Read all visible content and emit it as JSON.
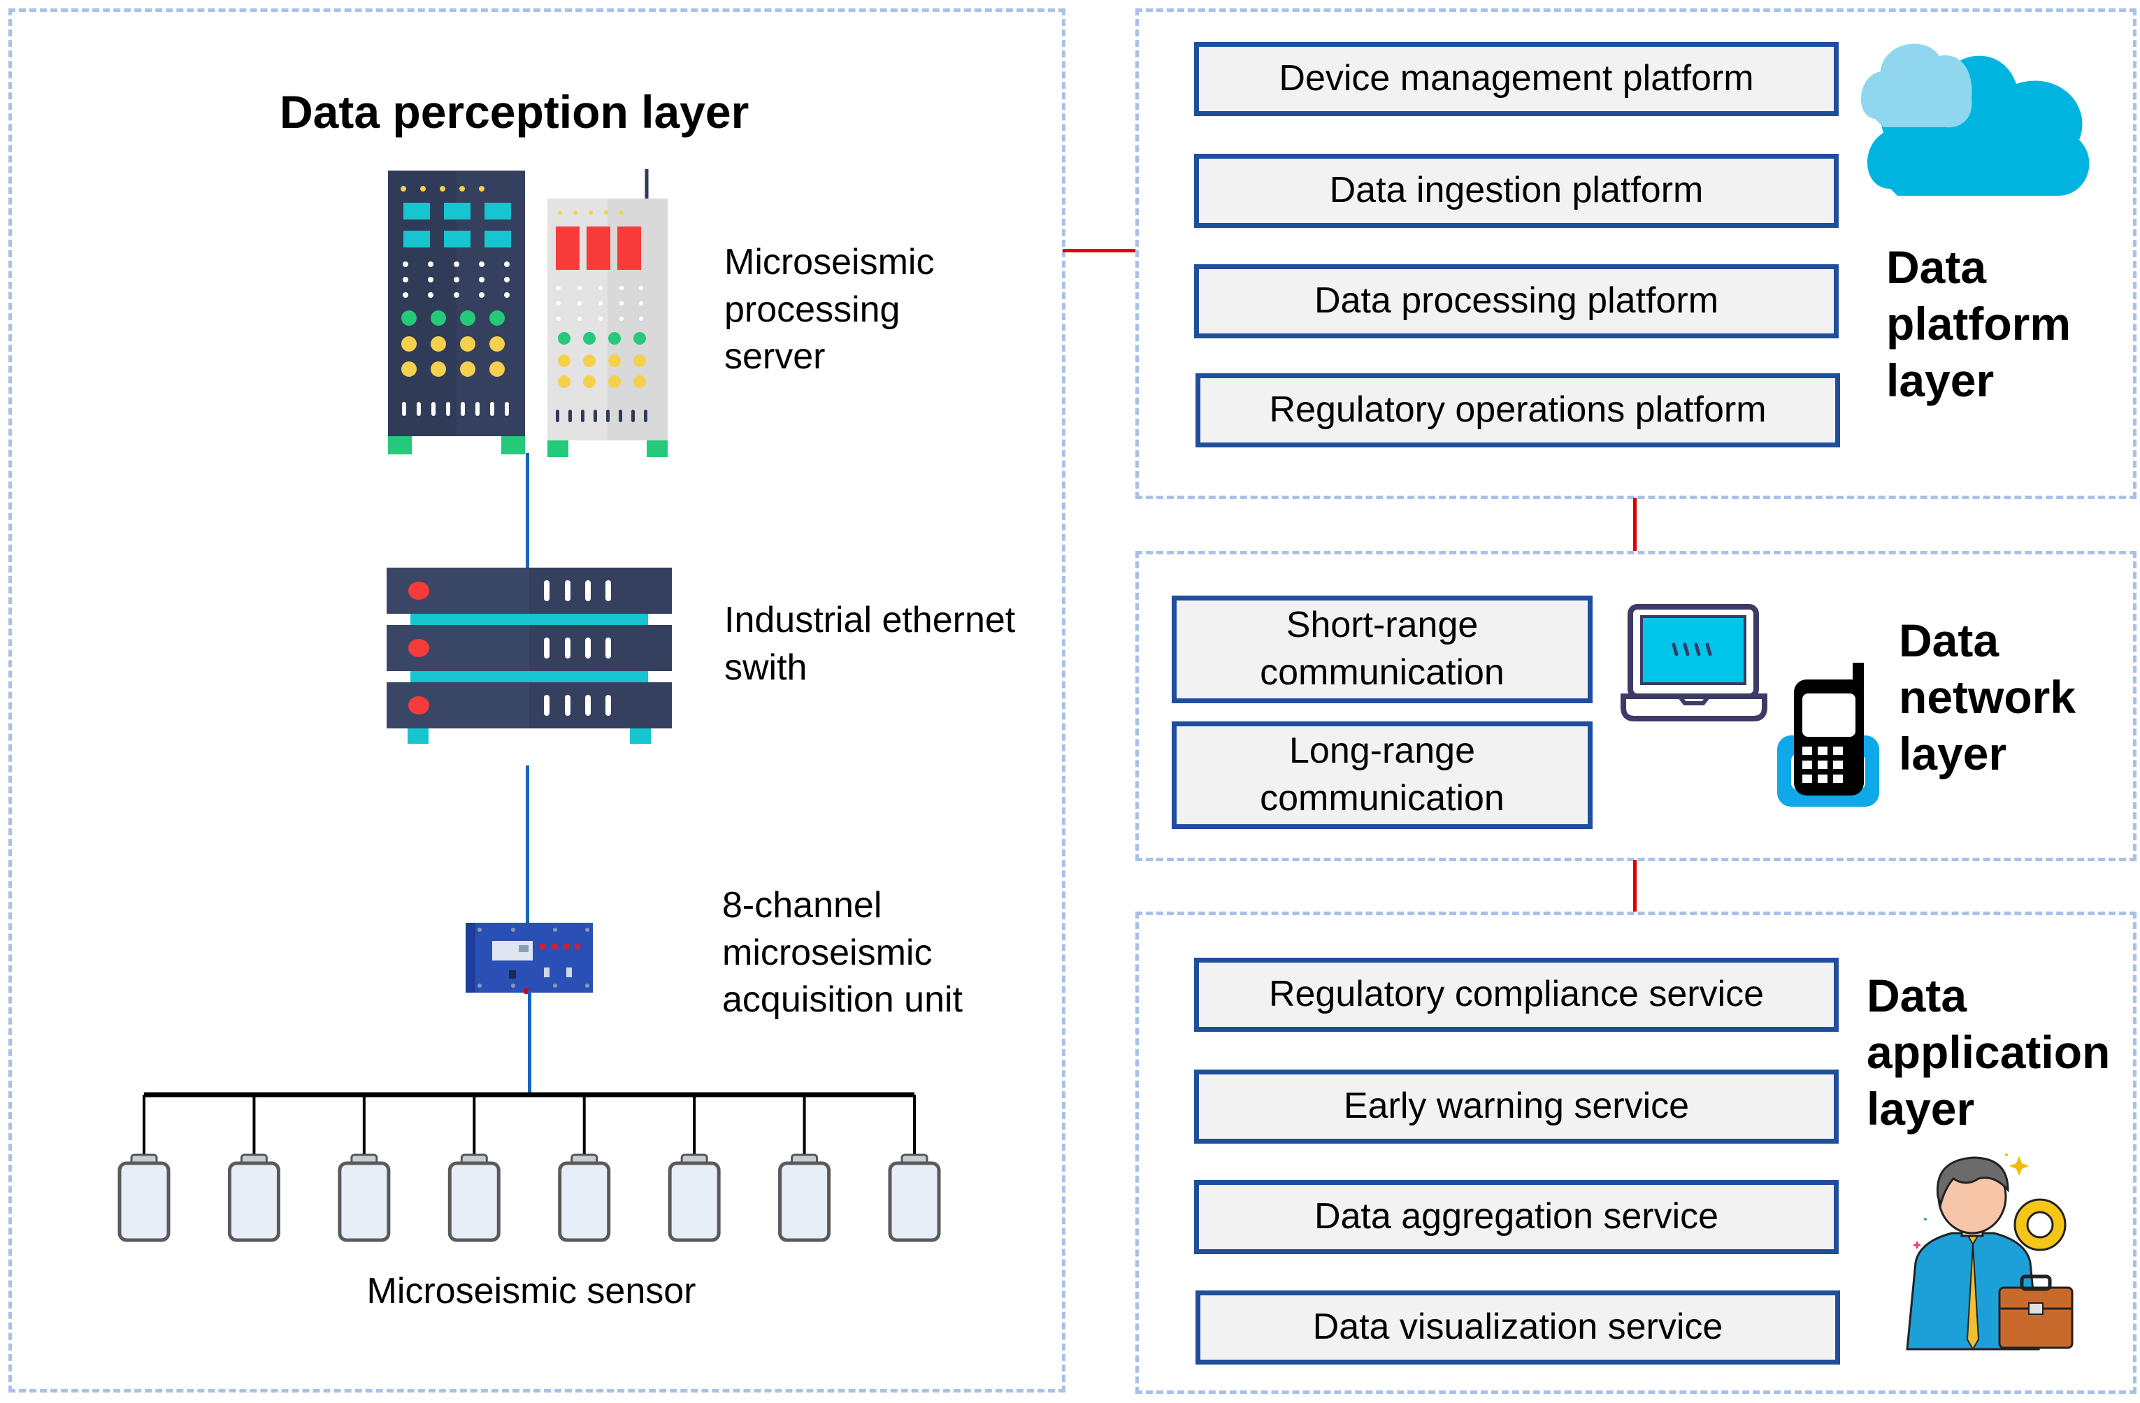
{
  "perception_layer": {
    "title": "Data perception layer",
    "devices": [
      {
        "label": "Microseismic processing server",
        "icon": "server-rack-icon"
      },
      {
        "label": "Industrial ethernet swith",
        "icon": "network-switch-icon"
      },
      {
        "label": "8-channel microseismic acquisition unit",
        "icon": "acquisition-unit-icon"
      }
    ],
    "sensor_label": "Microseismic sensor",
    "sensor_count": 8
  },
  "platform_layer": {
    "title": "Data platform layer",
    "icon": "cloud-icon",
    "items": [
      "Device management platform",
      "Data ingestion platform",
      "Data processing platform",
      "Regulatory operations platform"
    ]
  },
  "network_layer": {
    "title": "Data network layer",
    "icons": [
      "laptop-icon",
      "mobile-phone-icon"
    ],
    "items": [
      "Short-range communication",
      "Long-range communication"
    ]
  },
  "application_layer": {
    "title": "Data application layer",
    "icon": "business-person-icon",
    "items": [
      "Regulatory compliance service",
      "Early warning service",
      "Data aggregation service",
      "Data visualization service"
    ]
  },
  "colors": {
    "panel_border": "#a9c1e8",
    "box_border": "#1f4e9c",
    "box_fill": "#f2f2f2",
    "connector_red": "#e00000",
    "connector_blue": "#1565c0"
  }
}
